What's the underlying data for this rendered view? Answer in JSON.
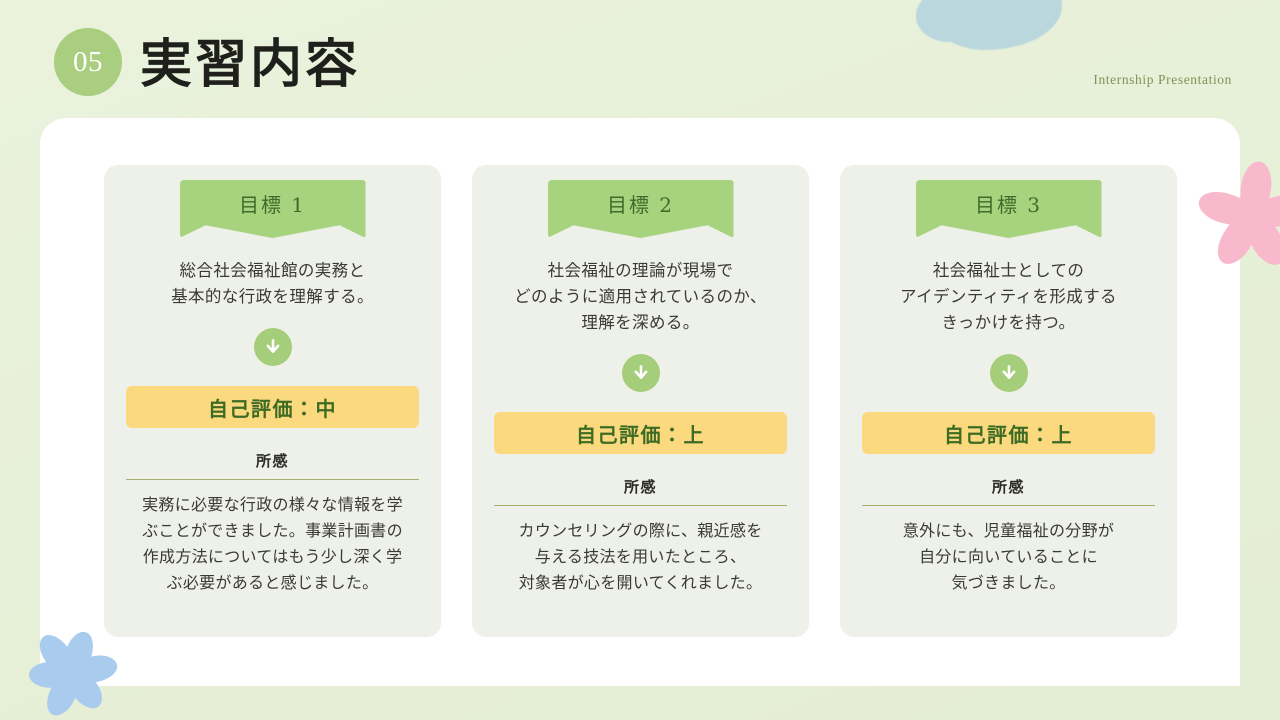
{
  "header": {
    "number": "05",
    "title": "実習内容",
    "eyebrow": "Internship Presentation"
  },
  "colors": {
    "background": "#e7f0d8",
    "panel": "#ffffff",
    "card": "#eef1e9",
    "ribbon_green": "#a7d27e",
    "badge_green": "#a9ce7f",
    "rating_yellow": "#fbd97e",
    "rating_text_green": "#3d6b24",
    "divider_olive": "#a9ae6e",
    "eyebrow_green": "#7e9457",
    "blob_blue": "#b9d7dd",
    "flower_pink": "#f9b9cd",
    "flower_blue": "#a9cbee"
  },
  "labels": {
    "impression_heading": "所感",
    "arrow_icon": "arrow-down-icon"
  },
  "cards": [
    {
      "ribbon": "目標 1",
      "goal": "総合社会福祉館の実務と\n基本的な行政を理解する。",
      "rating": "自己評価：中",
      "impression_heading": "所感",
      "impression": "実務に必要な行政の様々な情報を学\nぶことができました。事業計画書の\n作成方法についてはもう少し深く学\nぶ必要があると感じました。"
    },
    {
      "ribbon": "目標 2",
      "goal": "社会福祉の理論が現場で\nどのように適用されているのか、\n理解を深める。",
      "rating": "自己評価：上",
      "impression_heading": "所感",
      "impression": "カウンセリングの際に、親近感を\n与える技法を用いたところ、\n対象者が心を開いてくれました。"
    },
    {
      "ribbon": "目標 3",
      "goal": "社会福祉士としての\nアイデンティティを形成する\nきっかけを持つ。",
      "rating": "自己評価：上",
      "impression_heading": "所感",
      "impression": "意外にも、児童福祉の分野が\n自分に向いていることに\n気づきました。"
    }
  ]
}
